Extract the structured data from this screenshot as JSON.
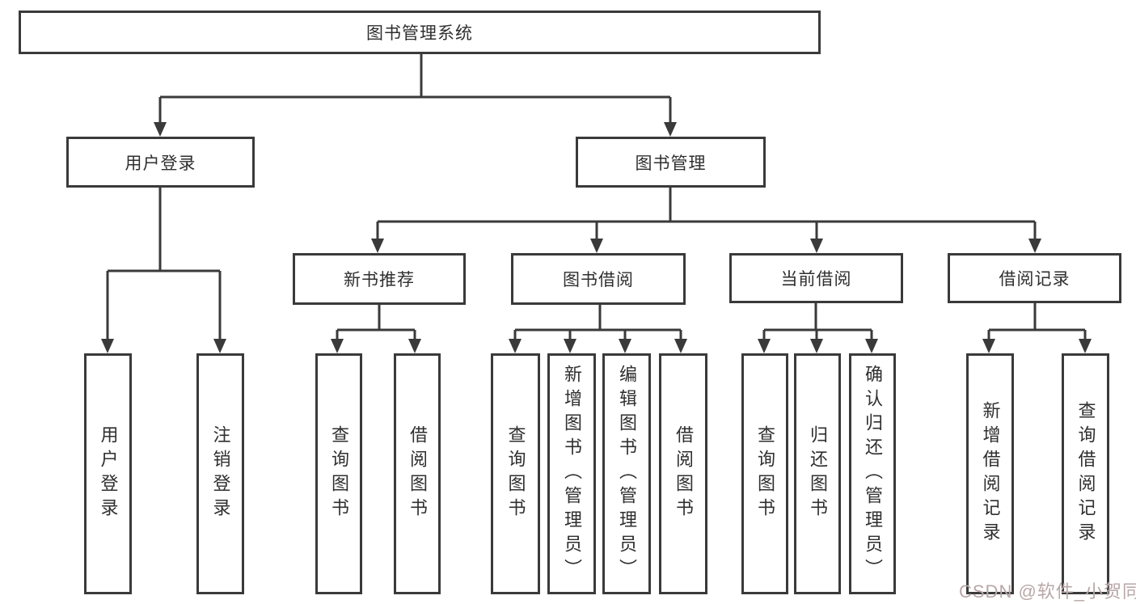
{
  "diagram": {
    "root": {
      "label": "图书管理系统"
    },
    "level1": [
      {
        "label": "用户登录"
      },
      {
        "label": "图书管理"
      }
    ],
    "level2": [
      {
        "label": "新书推荐"
      },
      {
        "label": "图书借阅"
      },
      {
        "label": "当前借阅"
      },
      {
        "label": "借阅记录"
      }
    ],
    "leaves": {
      "user_login": [
        {
          "label": "用户登录"
        },
        {
          "label": "注销登录"
        }
      ],
      "new_book": [
        {
          "label": "查询图书"
        },
        {
          "label": "借阅图书"
        }
      ],
      "book_borrow": [
        {
          "label": "查询图书"
        },
        {
          "label": "新增图书（管理员）"
        },
        {
          "label": "编辑图书（管理员）"
        },
        {
          "label": "借阅图书"
        }
      ],
      "current_borrow": [
        {
          "label": "查询图书"
        },
        {
          "label": "归还图书"
        },
        {
          "label": "确认归还（管理员）"
        }
      ],
      "borrow_records": [
        {
          "label": "新增借阅记录"
        },
        {
          "label": "查询借阅记录"
        }
      ]
    }
  },
  "watermark": {
    "text": "CSDN @软件_小贺同学",
    "color": "#b9a7a7"
  },
  "colors": {
    "line": "#3a3a3a",
    "text": "#2f2f2f",
    "background": "#ffffff"
  }
}
